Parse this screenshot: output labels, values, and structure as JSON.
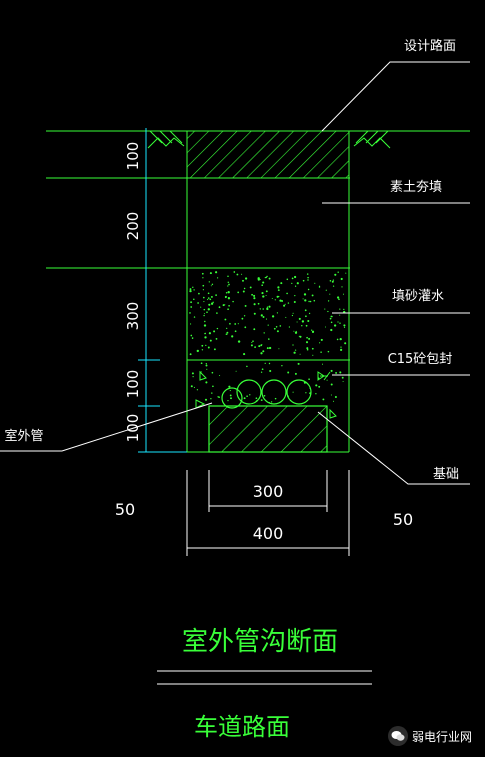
{
  "labels": {
    "road_surface": "设计路面",
    "backfill": "素土夯填",
    "sand_fill": "填砂灌水",
    "concrete_wrap": "C15砼包封",
    "outdoor_pipe": "室外管",
    "foundation": "基础"
  },
  "dimensions": {
    "vertical": [
      "100",
      "200",
      "300",
      "100",
      "100"
    ],
    "width_inner": "300",
    "width_outer": "400",
    "side_left": "50",
    "side_right": "50"
  },
  "titles": {
    "main": "室外管沟断面",
    "sub": "车道路面"
  },
  "watermark": {
    "text": "弱电行业网",
    "icon": "wechat-icon"
  },
  "colors": {
    "background": "#000000",
    "lines": "#39ff39",
    "dims": "#19e6ff",
    "text": "#ffffff"
  }
}
